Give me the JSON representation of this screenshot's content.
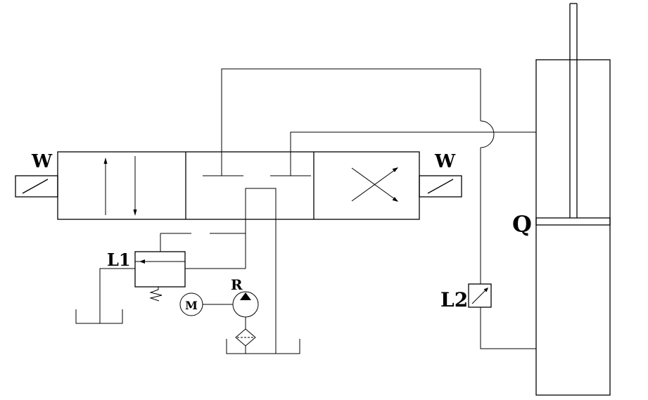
{
  "labels": {
    "solenoid_left": "W",
    "solenoid_right": "W",
    "relief_valve": "L1",
    "pressure_gauge": "L2",
    "cylinder": "Q",
    "pump": "R",
    "motor": "M"
  },
  "colors": {
    "line": "#000000",
    "background": "#ffffff"
  }
}
